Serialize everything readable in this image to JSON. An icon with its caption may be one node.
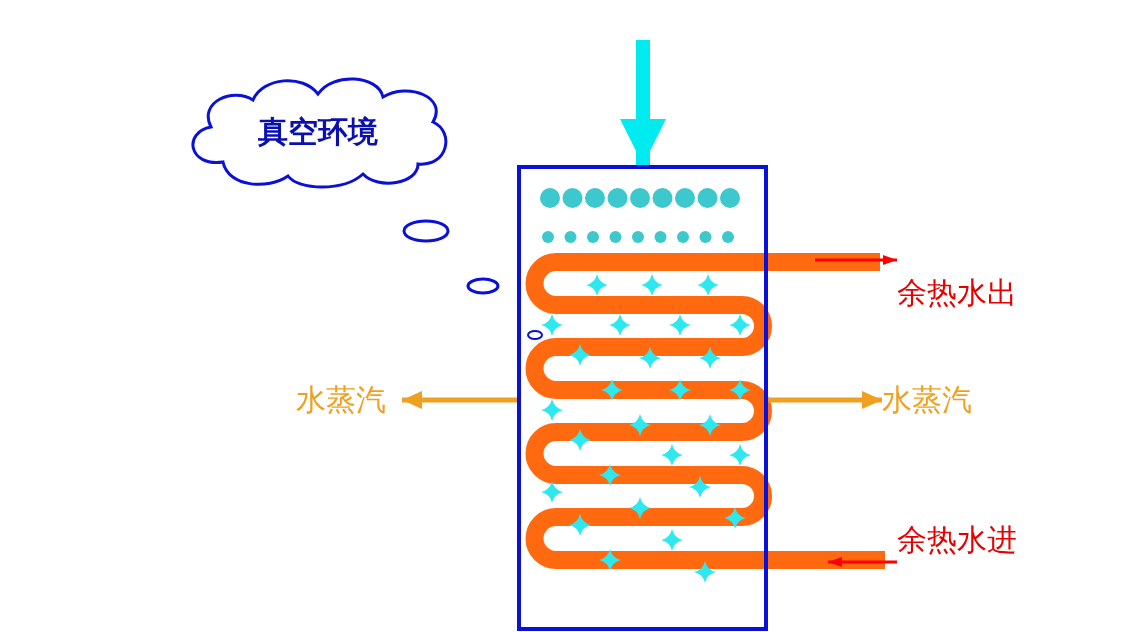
{
  "diagram": {
    "nodes": [
      {
        "text": [
          "真空环境"
        ]
      },
      {
        "text": [],
        "shape": "box"
      },
      {
        "text": [
          "水蒸汽"
        ]
      },
      {
        "text": [
          "水蒸汽"
        ]
      },
      {
        "text": [
          "余热水出"
        ]
      },
      {
        "text": [
          "余热水进"
        ]
      }
    ],
    "edges": [
      {
        "from": null,
        "to": 1,
        "arrow": "to",
        "style": "thick",
        "color": "#00ebf0"
      },
      {
        "from": 1,
        "to": 2,
        "arrow": "to",
        "color": "#f0a020"
      },
      {
        "from": 1,
        "to": 3,
        "arrow": "to",
        "color": "#f0a020"
      },
      {
        "from": null,
        "to": 4,
        "arrow": "to",
        "color": "#ff0000"
      },
      {
        "from": 5,
        "to": null,
        "arrow": "to",
        "color": "#ff0000"
      }
    ]
  }
}
